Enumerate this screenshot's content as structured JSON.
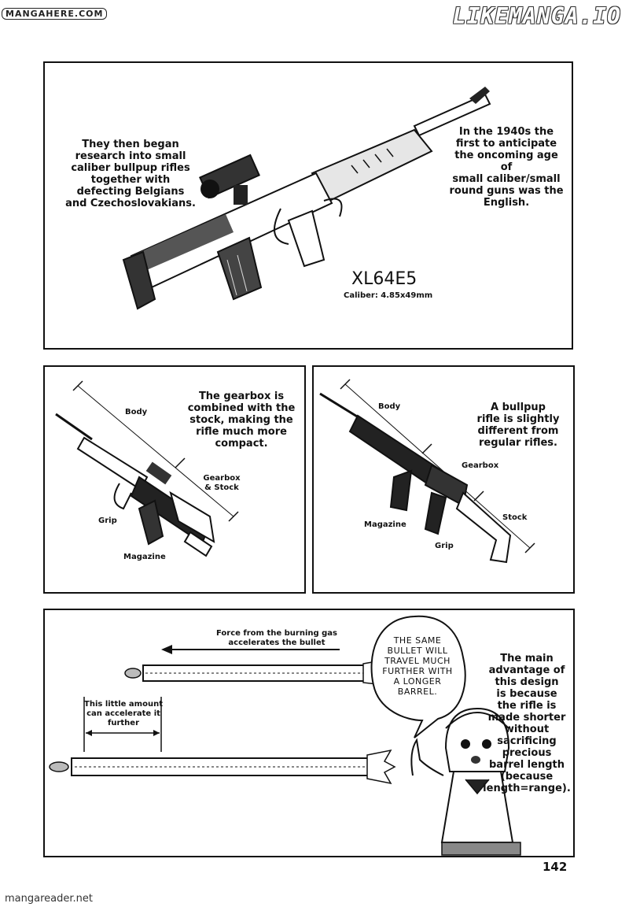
{
  "watermarks": {
    "top_left": "MANGAHERE.COM",
    "top_right": "LIKEMANGA.IO",
    "bottom": "mangareader.net"
  },
  "panel1": {
    "left_text": "They then began\nresearch into small\ncaliber bullpup rifles\ntogether with\ndefecting Belgians\nand Czechoslovakians.",
    "right_text": "In the 1940s the\nfirst to anticipate\nthe oncoming age of\nsmall caliber/small\nround guns was the\nEnglish.",
    "gun_name": "XL64E5",
    "caliber": "Caliber: 4.85x49mm"
  },
  "panel2": {
    "text": "The gearbox is\ncombined with the\nstock, making the\nrifle much more\ncompact.",
    "labels": {
      "body": "Body",
      "gearbox_stock": "Gearbox\n& Stock",
      "grip": "Grip",
      "magazine": "Magazine"
    }
  },
  "panel3": {
    "text": "A bullpup\nrifle is slightly\ndifferent from\nregular rifles.",
    "labels": {
      "body": "Body",
      "gearbox": "Gearbox",
      "stock": "Stock",
      "magazine": "Magazine",
      "grip": "Grip"
    }
  },
  "panel4": {
    "force_text": "Force from the burning gas\naccelerates the bullet",
    "little_text": "This little amount\ncan accelerate it\nfurther",
    "bubble_text": "THE SAME\nBULLET WILL\nTRAVEL MUCH\nFURTHER WITH\nA LONGER\nBARREL.",
    "right_text": "The main\nadvantage of\nthis design\nis because\nthe rifle is\nmade shorter\nwithout\nsacrificing\nprecious\nbarrel length\n(because\nlength=range)."
  },
  "page_number": "142"
}
